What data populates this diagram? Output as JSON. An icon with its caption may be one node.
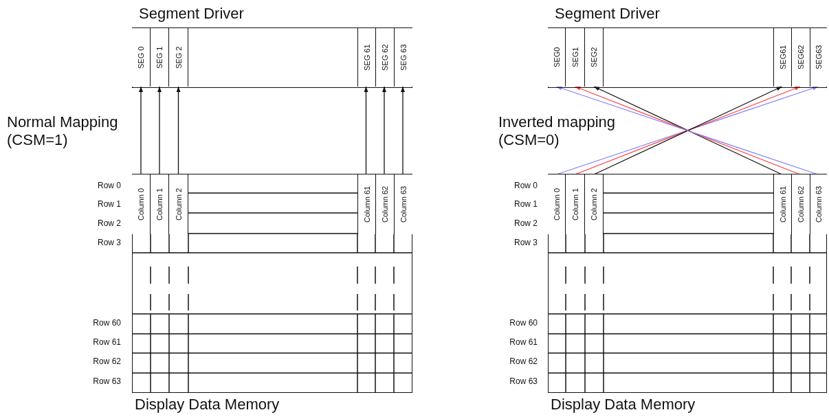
{
  "diagram": {
    "nodes": [
      {
        "text": [
          "Segment Driver"
        ]
      },
      {
        "text": [
          "SEG 0"
        ],
        "in": 0
      },
      {
        "text": [
          "SEG 1"
        ],
        "in": 0
      },
      {
        "text": [
          "SEG 2"
        ],
        "in": 0
      },
      {
        "text": [
          "SEG 61"
        ],
        "in": 0
      },
      {
        "text": [
          "SEG 62"
        ],
        "in": 0
      },
      {
        "text": [
          "SEG 63"
        ],
        "in": 0
      },
      {
        "text": [
          "Display Data Memory"
        ]
      },
      {
        "text": [
          "Column 0"
        ],
        "in": 7
      },
      {
        "text": [
          "Column 1"
        ],
        "in": 7
      },
      {
        "text": [
          "Column 2"
        ],
        "in": 7
      },
      {
        "text": [
          "Column 61"
        ],
        "in": 7
      },
      {
        "text": [
          "Column 62"
        ],
        "in": 7
      },
      {
        "text": [
          "Column 63"
        ],
        "in": 7
      },
      {
        "text": [
          "Segment Driver"
        ]
      },
      {
        "text": [
          "SEG0"
        ],
        "in": 14
      },
      {
        "text": [
          "SEG1"
        ],
        "in": 14
      },
      {
        "text": [
          "SEG2"
        ],
        "in": 14
      },
      {
        "text": [
          "SEG61"
        ],
        "in": 14
      },
      {
        "text": [
          "SEG62"
        ],
        "in": 14
      },
      {
        "text": [
          "SEG63"
        ],
        "in": 14
      },
      {
        "text": [
          "Display Data Memory"
        ]
      },
      {
        "text": [
          "Column 0"
        ],
        "in": 21
      },
      {
        "text": [
          "Column 1"
        ],
        "in": 21
      },
      {
        "text": [
          "Column 2"
        ],
        "in": 21
      },
      {
        "text": [
          "Column 61"
        ],
        "in": 21
      },
      {
        "text": [
          "Column 62"
        ],
        "in": 21
      },
      {
        "text": [
          "Column 63"
        ],
        "in": 21
      }
    ],
    "edges": [
      {
        "from": 8,
        "to": 1,
        "arrow": "to"
      },
      {
        "from": 9,
        "to": 2,
        "arrow": "to"
      },
      {
        "from": 10,
        "to": 3,
        "arrow": "to"
      },
      {
        "from": 11,
        "to": 4,
        "arrow": "to"
      },
      {
        "from": 12,
        "to": 5,
        "arrow": "to"
      },
      {
        "from": 13,
        "to": 6,
        "arrow": "to"
      },
      {
        "from": 22,
        "to": 20,
        "arrow": "to",
        "color": "#8080ff"
      },
      {
        "from": 23,
        "to": 19,
        "arrow": "to",
        "color": "#ff4040"
      },
      {
        "from": 24,
        "to": 18,
        "arrow": "to"
      },
      {
        "from": 25,
        "to": 17,
        "arrow": "to"
      },
      {
        "from": 26,
        "to": 16,
        "arrow": "to",
        "color": "#ff4040"
      },
      {
        "from": 27,
        "to": 15,
        "arrow": "to",
        "color": "#8080ff"
      }
    ],
    "labels": [
      "Normal Mapping (CSM=1)",
      "Row 0",
      "Row 1",
      "Row 2",
      "Row 3",
      "Row 60",
      "Row 61",
      "Row 62",
      "Row 63",
      "Inverted mapping (CSM=0)",
      "Row 0",
      "Row 1",
      "Row 2",
      "Row 3",
      "Row 60",
      "Row 61",
      "Row 62",
      "Row 63"
    ]
  }
}
